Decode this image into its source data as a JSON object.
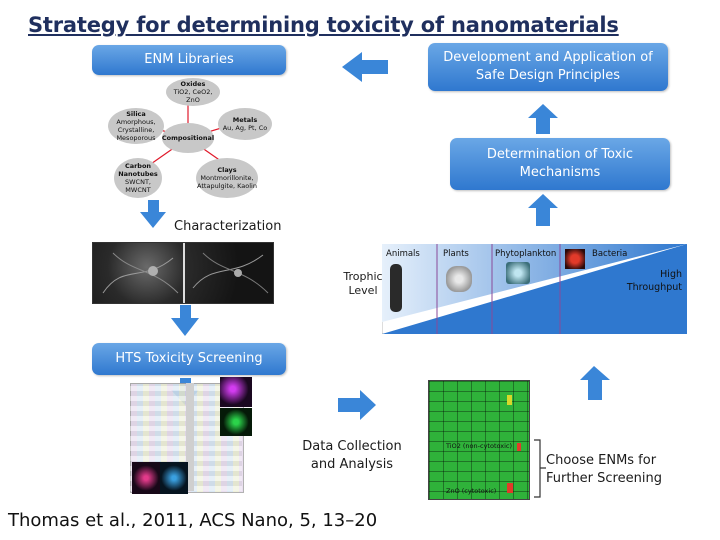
{
  "title": "Strategy for determining toxicity of nanomaterials",
  "boxes": {
    "enm_libraries": "ENM Libraries",
    "safe_design": "Development and Application of Safe Design Principles",
    "toxic_mechanisms": "Determination of Toxic Mechanisms",
    "hts": "HTS Toxicity Screening"
  },
  "labels": {
    "characterization": "Characterization",
    "trophic_level": "Trophic Level",
    "high_throughput": "High Throughput",
    "data_collection": "Data Collection and Analysis",
    "choose_enms": "Choose ENMs for Further Screening"
  },
  "trophic_headers": [
    "Animals",
    "Plants",
    "Phytoplankton",
    "Bacteria"
  ],
  "library": {
    "center": "Compositional",
    "oxides": {
      "title": "Oxides",
      "items": "TiO2, CeO2, ZnO"
    },
    "silica": {
      "title": "Silica",
      "items": "Amorphous, Crystalline, Mesoporous"
    },
    "metals": {
      "title": "Metals",
      "items": "Au, Ag, Pt, Co"
    },
    "carbon": {
      "title": "Carbon Nanotubes",
      "items": "SWCNT, MWCNT"
    },
    "clays": {
      "title": "Clays",
      "items": "Montmorillonite, Attapulgite, Kaolin"
    }
  },
  "heatmap": {
    "tio2_label": "TiO2 (non-cytotoxic)",
    "zno_label": "ZnO (cytotoxic)"
  },
  "citation": "Thomas et al., 2011, ACS Nano, 5, 13–20",
  "colors": {
    "box_top": "#6aa7e6",
    "box_bottom": "#2f78cf",
    "arrow": "#3a86d8",
    "title": "#1f2f5e"
  }
}
